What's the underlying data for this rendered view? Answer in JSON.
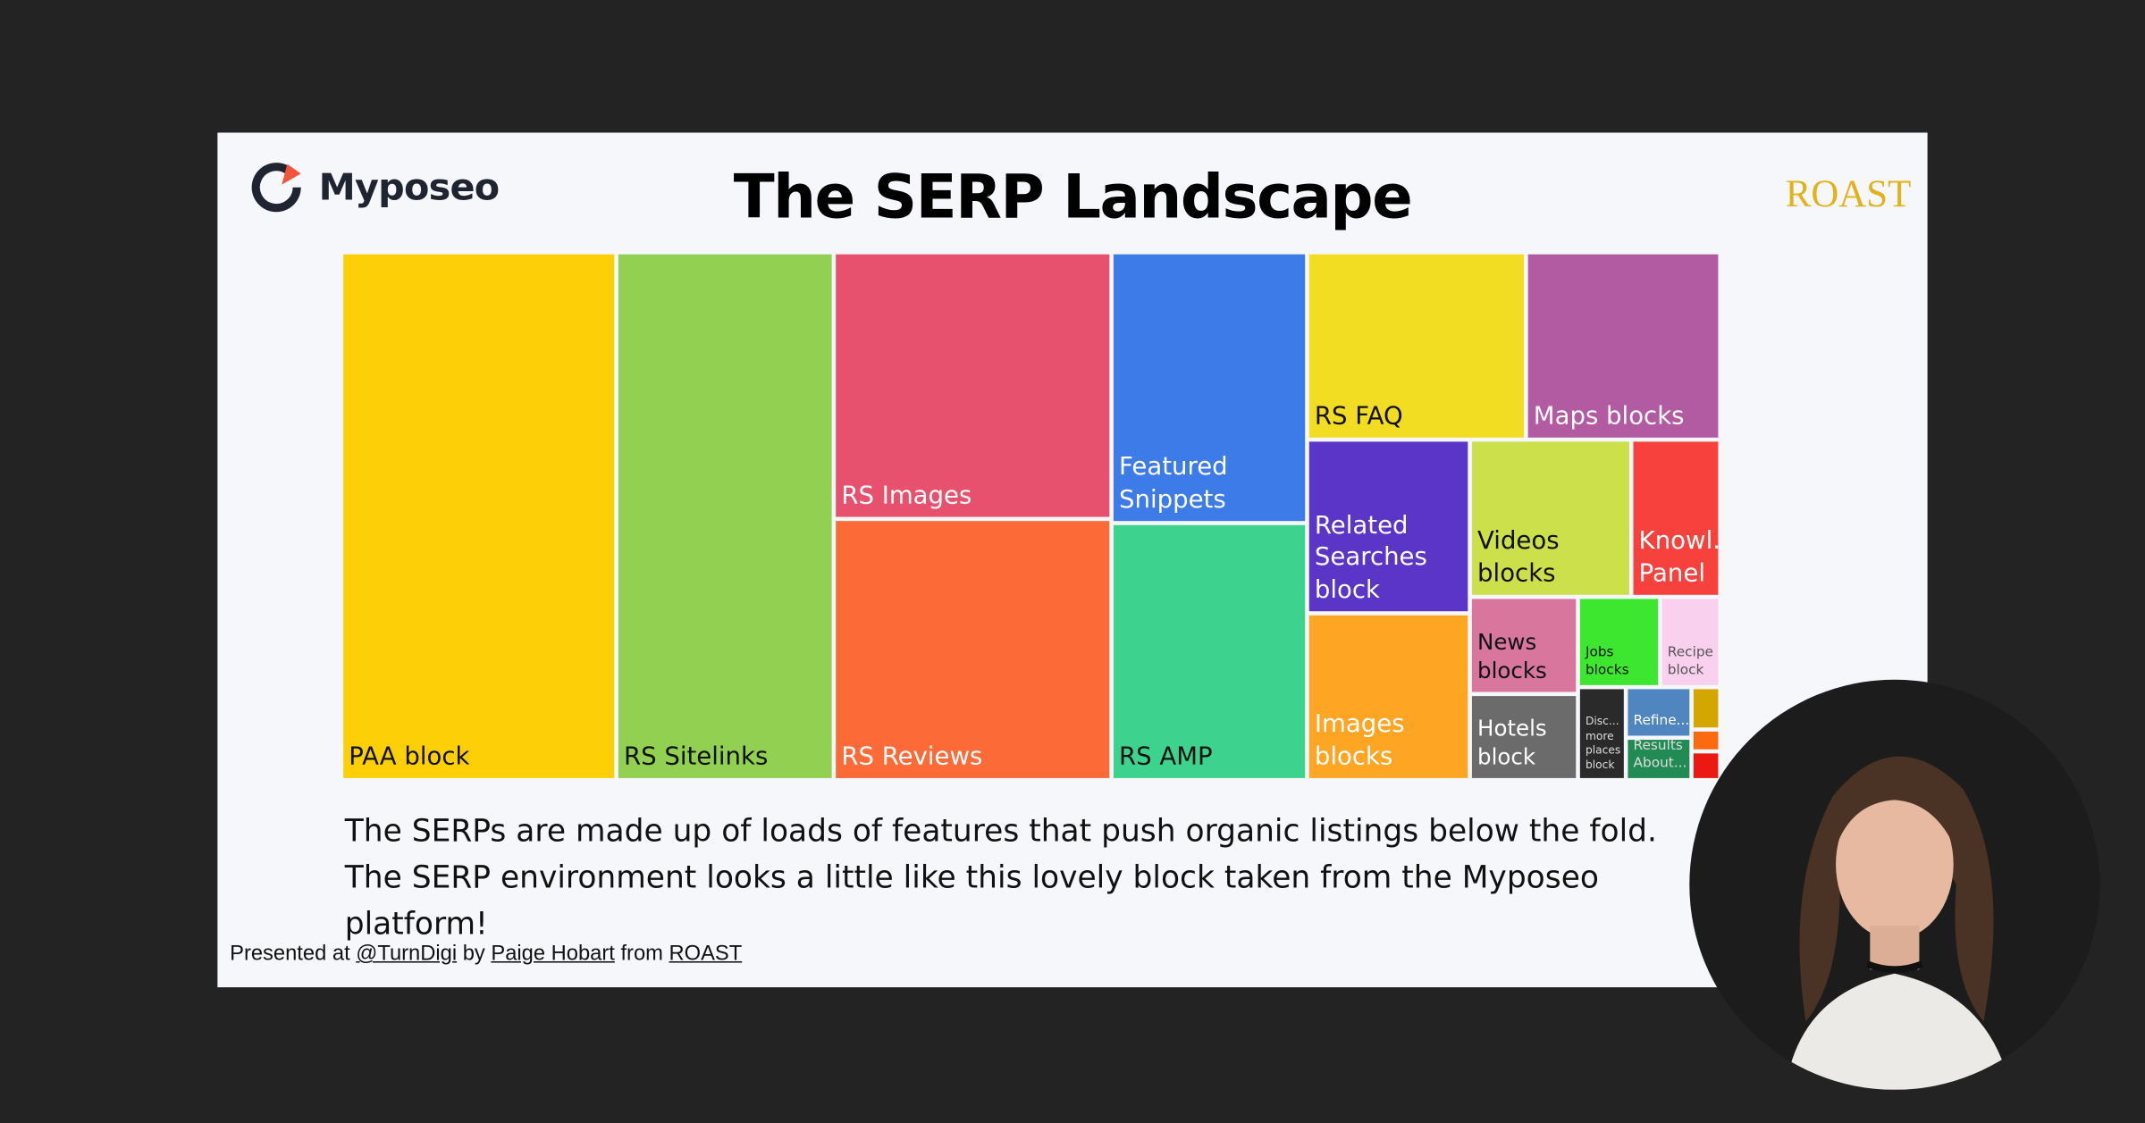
{
  "slide": {
    "logo_text": "Myposeo",
    "title": "The SERP Landscape",
    "brand_right": "ROAST",
    "caption": "The SERPs are made up of loads of features that push organic listings below the fold. The SERP environment looks a little like this lovely block taken from the Myposeo platform!",
    "credit": {
      "prefix": "Presented at ",
      "handle": "@TurnDigi",
      "by": " by ",
      "presenter": "Paige Hobart",
      "from": " from ",
      "company": "ROAST"
    }
  },
  "treemap": [
    {
      "label": "PAA block",
      "color": "#fdcf06",
      "text": "#111"
    },
    {
      "label": "RS Sitelinks",
      "color": "#91d050",
      "text": "#111"
    },
    {
      "label": "RS Images",
      "color": "#e8516e",
      "text": "#fff"
    },
    {
      "label": "RS Reviews",
      "color": "#fc6a38",
      "text": "#fff"
    },
    {
      "label": "Featured\nSnippets",
      "color": "#3d7be8",
      "text": "#fff"
    },
    {
      "label": "RS AMP",
      "color": "#3dd38e",
      "text": "#111"
    },
    {
      "label": "RS FAQ",
      "color": "#f3dd23",
      "text": "#111"
    },
    {
      "label": "Maps blocks",
      "color": "#b25ba3",
      "text": "#fff"
    },
    {
      "label": "Related\nSearches\nblock",
      "color": "#5b35c8",
      "text": "#fff"
    },
    {
      "label": "Images\nblocks",
      "color": "#fea623",
      "text": "#fff"
    },
    {
      "label": "Videos\nblocks",
      "color": "#cbe04b",
      "text": "#111"
    },
    {
      "label": "Knowl...\nPanel",
      "color": "#f7413c",
      "text": "#fff"
    },
    {
      "label": "News\nblocks",
      "color": "#d9769e",
      "text": "#111"
    },
    {
      "label": "Jobs\nblocks",
      "color": "#3de62f",
      "text": "#111"
    },
    {
      "label": "Recipe\nblock",
      "color": "#f9d0ee",
      "text": "#555"
    },
    {
      "label": "Hotels\nblock",
      "color": "#6b6b6b",
      "text": "#fff"
    },
    {
      "label": "Disc...\nmore\nplaces\nblock",
      "color": "#2a2a2a",
      "text": "#ddd"
    },
    {
      "label": "Refine...",
      "color": "#4f86c0",
      "text": "#fff"
    },
    {
      "label": "See Results\nAbout...",
      "color": "#228a55",
      "text": "#ddd"
    },
    {
      "label": "",
      "color": "#d4a600",
      "text": "#fff"
    },
    {
      "label": "",
      "color": "#fb6a10",
      "text": "#fff"
    },
    {
      "label": "",
      "color": "#ea1a12",
      "text": "#fff"
    }
  ]
}
